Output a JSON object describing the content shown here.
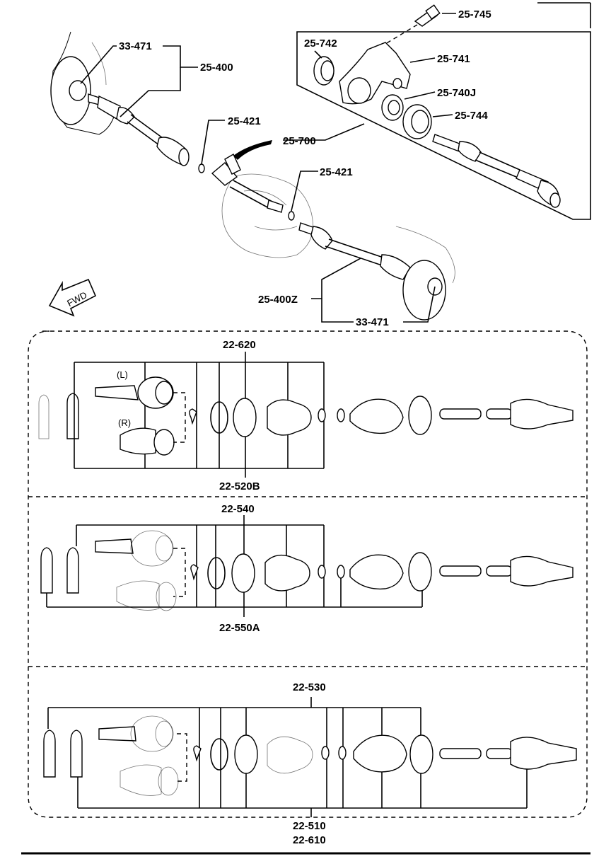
{
  "top": {
    "labels": {
      "l_33_471_top": "33-471",
      "l_25_400": "25-400",
      "l_25_421_a": "25-421",
      "l_25_700": "25-700",
      "l_25_421_b": "25-421",
      "l_25_400z": "25-400Z",
      "l_33_471_bot": "33-471",
      "l_25_745": "25-745",
      "l_25_742": "25-742",
      "l_25_741": "25-741",
      "l_25_740j": "25-740J",
      "l_25_744": "25-744"
    },
    "fwd_text": "FWD"
  },
  "kits": [
    {
      "top_label": "22-620",
      "bottom_label": "22-520B",
      "variant_left": "(L)",
      "variant_right": "(R)"
    },
    {
      "top_label": "22-540",
      "bottom_label": "22-550A"
    },
    {
      "top_label": "22-530",
      "bottom_label_1": "22-510",
      "bottom_label_2": "22-610"
    }
  ]
}
